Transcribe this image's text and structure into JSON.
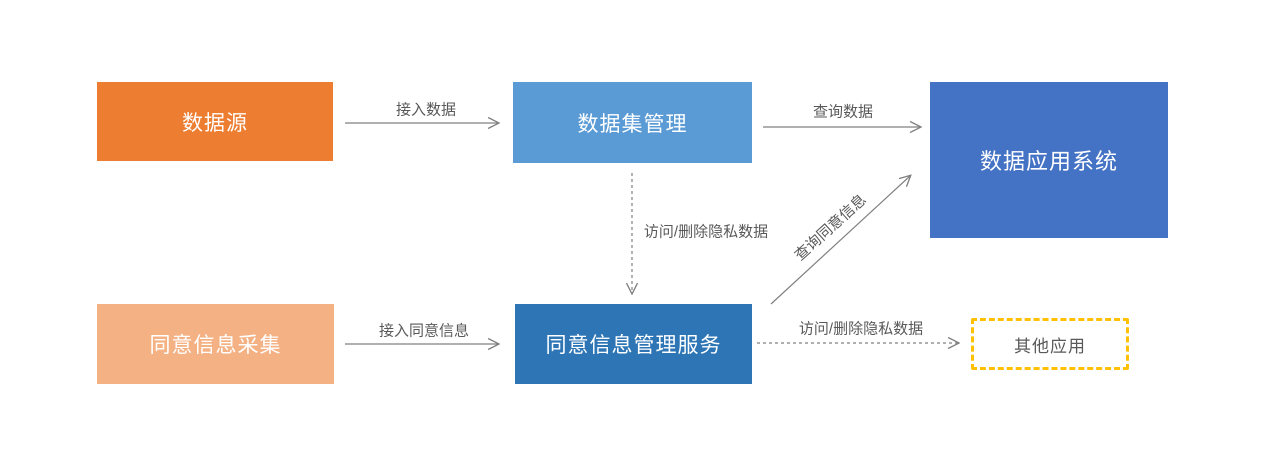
{
  "diagram": {
    "title": "consent-data-flow-diagram",
    "nodes": {
      "data_source": {
        "label": "数据源",
        "color": "#ED7D31",
        "text_color": "#ffffff"
      },
      "dataset_mgmt": {
        "label": "数据集管理",
        "color": "#5B9BD5",
        "text_color": "#ffffff"
      },
      "data_app_system": {
        "label": "数据应用系统",
        "color": "#4472C4",
        "text_color": "#ffffff"
      },
      "consent_collection": {
        "label": "同意信息采集",
        "color": "#F4B183",
        "text_color": "#ffffff"
      },
      "consent_mgmt_service": {
        "label": "同意信息管理服务",
        "color": "#2E75B6",
        "text_color": "#ffffff"
      },
      "other_apps": {
        "label": "其他应用",
        "color": "#ffffff",
        "border_color": "#FFC000",
        "border_style": "dashed",
        "text_color": "#595959"
      }
    },
    "edges": {
      "access_data": {
        "label": "接入数据",
        "from": "data_source",
        "to": "dataset_mgmt",
        "style": "solid"
      },
      "query_data": {
        "label": "查询数据",
        "from": "dataset_mgmt",
        "to": "data_app_system",
        "style": "solid"
      },
      "access_delete_mid": {
        "label": "访问/删除隐私数据",
        "from": "dataset_mgmt",
        "to": "consent_mgmt_service",
        "style": "dashed"
      },
      "access_consent": {
        "label": "接入同意信息",
        "from": "consent_collection",
        "to": "consent_mgmt_service",
        "style": "solid"
      },
      "query_consent": {
        "label": "查询同意信息",
        "from": "consent_mgmt_service",
        "to": "data_app_system",
        "style": "solid"
      },
      "access_delete_bottom": {
        "label": "访问/删除隐私数据",
        "from": "consent_mgmt_service",
        "to": "other_apps",
        "style": "dashed"
      }
    },
    "line_color": "#808080"
  }
}
